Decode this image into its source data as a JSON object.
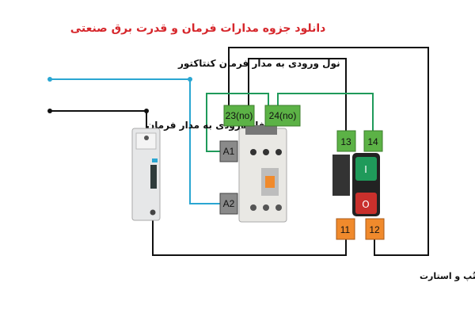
{
  "title": "دانلود جزوه مدارات فرمان و قدرت برق صنعتی",
  "labels": {
    "neutral_input": "نول ورودی به مدار فرمان کنتاکتور",
    "phase_input": "فاز ورودی به مدار فرمان",
    "caption": "مدار فرمان کنتاکتور با شستی استُپ و استارت"
  },
  "terminals": {
    "no23": "23(no)",
    "no24": "24(no)",
    "a1": "A1",
    "a2": "A2",
    "t13": "13",
    "t14": "14",
    "t11": "11",
    "t12": "12"
  },
  "button_symbols": {
    "start": "I",
    "stop": "O"
  },
  "colors": {
    "title": "#d6262b",
    "neutral_wire": "#2aa6d2",
    "green_wire": "#1f9a5a",
    "green_terminal": "#5cb246",
    "grey_terminal": "#8a8a8a",
    "orange_terminal": "#f08a2c"
  }
}
